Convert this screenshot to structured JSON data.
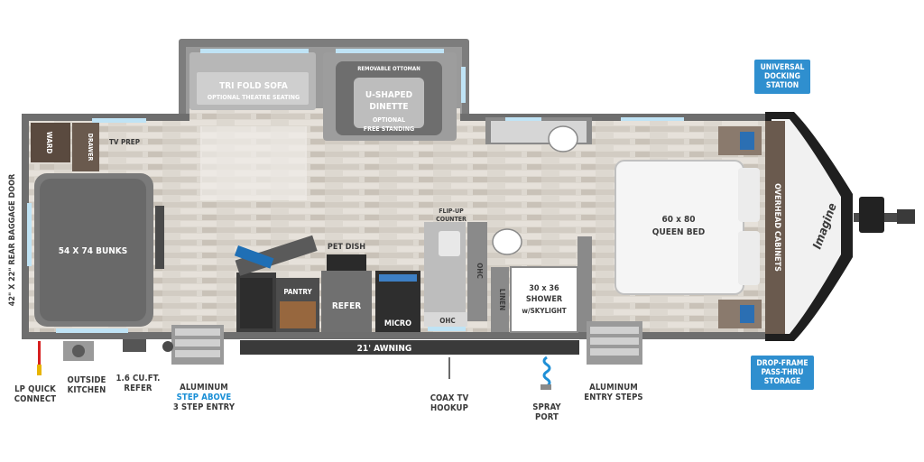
{
  "rooms": {
    "sofa": [
      "TRI FOLD SOFA",
      "OPTIONAL THEATRE SEATING"
    ],
    "dinette": [
      "REMOVABLE OTTOMAN",
      "U-SHAPED",
      "DINETTE",
      "OPTIONAL",
      "FREE STANDING"
    ],
    "ward": "WARD",
    "drawer": "DRAWER",
    "tv_prep": "TV PREP",
    "bunks": "54 X 74 BUNKS",
    "pantry": "PANTRY",
    "refer": "REFER",
    "pet_dish": "PET DISH",
    "micro": "MICRO",
    "ohc": "OHC",
    "flip_up": [
      "FLIP-UP",
      "COUNTER"
    ],
    "linen": "LINEN",
    "shower": [
      "30 x 36",
      "SHOWER",
      "w/SKYLIGHT"
    ],
    "bed": [
      "60 x 80",
      "QUEEN BED"
    ],
    "overhead": "OVERHEAD CABINETS",
    "awning": "21' AWNING",
    "rear_door": "42\" X 22\" REAR BAGGAGE DOOR",
    "logo": "Imagine"
  },
  "callouts": {
    "lp": [
      "LP QUICK",
      "CONNECT"
    ],
    "outside_kitchen": [
      "OUTSIDE",
      "KITCHEN"
    ],
    "refer_small": [
      "1.6 CU.FT.",
      "REFER"
    ],
    "step_above": [
      "ALUMINUM",
      "STEP ABOVE",
      "3 STEP ENTRY"
    ],
    "coax": [
      "COAX TV",
      "HOOKUP"
    ],
    "spray": [
      "SPRAY",
      "PORT"
    ],
    "entry_steps": [
      "ALUMINUM",
      "ENTRY STEPS"
    ]
  },
  "badges": {
    "docking": [
      "UNIVERSAL",
      "DOCKING",
      "STATION"
    ],
    "storage": [
      "DROP-FRAME",
      "PASS-THRU",
      "STORAGE"
    ]
  },
  "colors": {
    "badge": "#2f8fcf",
    "wall": "#6a6a6a",
    "floor": "#d9d3cb",
    "window": "#bfe3f5"
  }
}
